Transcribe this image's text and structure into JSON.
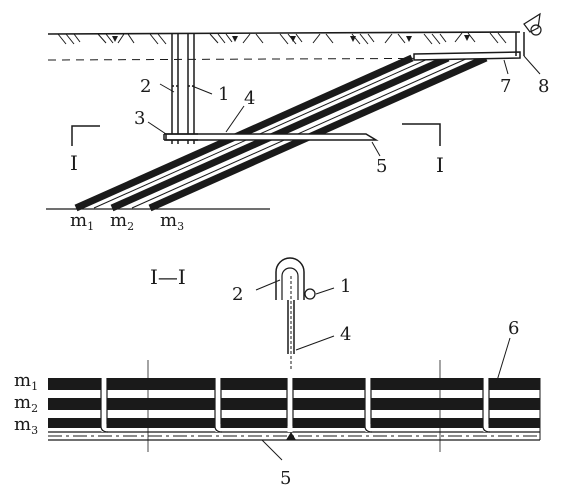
{
  "labels": {
    "n1_top": "1",
    "n2_top": "2",
    "n3": "3",
    "n4_top": "4",
    "n5_top": "5",
    "n7": "7",
    "n8": "8",
    "sec_left": "I",
    "sec_right": "I",
    "m1_base": "m",
    "m1_sub": "1",
    "m2_base": "m",
    "m2_sub": "2",
    "m3_base": "m",
    "m3_sub": "3",
    "section_title": "I—I",
    "n2_bot": "2",
    "n1_bot": "1",
    "n4_bot": "4",
    "n6": "6",
    "n5_bot": "5",
    "pm1_base": "m",
    "pm1_sub": "1",
    "pm2_base": "m",
    "pm2_sub": "2",
    "pm3_base": "m",
    "pm3_sub": "3"
  },
  "colors": {
    "ink": "#1a1a1a",
    "paper": "#ffffff"
  }
}
